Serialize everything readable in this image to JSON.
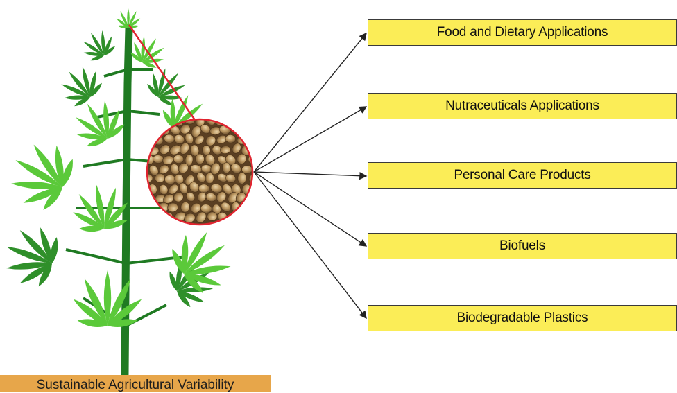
{
  "colors": {
    "box_fill": "#fbed57",
    "box_border": "#3a3a3a",
    "banner_fill": "#e7a64a",
    "leaf_light": "#5bc93a",
    "leaf_dark": "#2f8f2a",
    "stem": "#1f7a22",
    "zoom_line": "#e0242f",
    "seed": "#b08a55"
  },
  "applications": [
    {
      "label": "Food and Dietary Applications"
    },
    {
      "label": "Nutraceuticals Applications"
    },
    {
      "label": "Personal Care Products"
    },
    {
      "label": "Biofuels"
    },
    {
      "label": "Biodegradable Plastics"
    }
  ],
  "banner": {
    "label": "Sustainable Agricultural Variability"
  },
  "icons": {
    "plant": "hemp-plant-icon",
    "seeds": "hemp-seeds-icon"
  }
}
